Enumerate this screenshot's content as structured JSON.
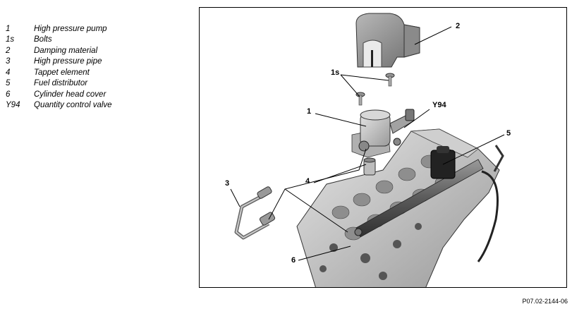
{
  "legend": [
    {
      "num": "1",
      "text": "High pressure pump"
    },
    {
      "num": "1s",
      "text": "Bolts"
    },
    {
      "num": "2",
      "text": "Damping material"
    },
    {
      "num": "3",
      "text": "High pressure pipe"
    },
    {
      "num": "4",
      "text": "Tappet element"
    },
    {
      "num": "5",
      "text": "Fuel distributor"
    },
    {
      "num": "6",
      "text": "Cylinder head cover"
    },
    {
      "num": "Y94",
      "text": "Quantity control valve"
    }
  ],
  "callouts": {
    "c1": "1",
    "c1s": "1s",
    "c2": "2",
    "c3": "3",
    "c4": "4",
    "c5": "5",
    "c6": "6",
    "cY94": "Y94"
  },
  "figure_code": "P07.02-2144-06"
}
